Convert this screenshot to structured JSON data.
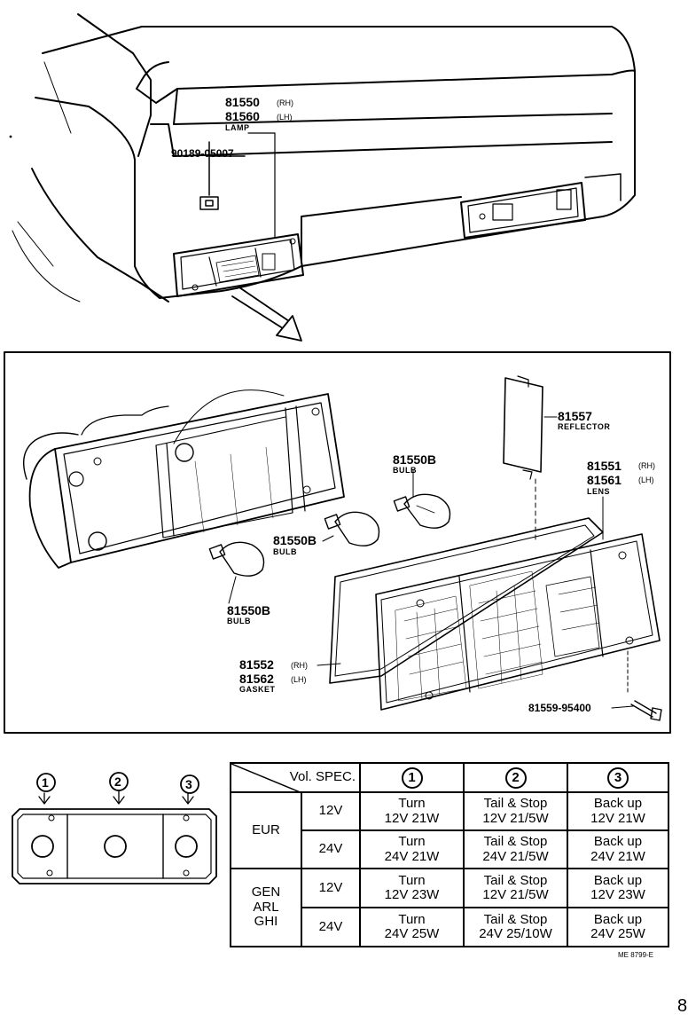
{
  "assembly": {
    "rh_part": "81550",
    "rh_side": "(RH)",
    "lh_part": "81560",
    "lh_side": "(LH)",
    "name": "LAMP",
    "clip_part": "90189-05007"
  },
  "exploded": {
    "reflector_part": "81557",
    "reflector_name": "REFLECTOR",
    "lens_rh_part": "81551",
    "lens_rh_side": "(RH)",
    "lens_lh_part": "81561",
    "lens_lh_side": "(LH)",
    "lens_name": "LENS",
    "bulb_top_part": "81550B",
    "bulb_top_name": "BULB",
    "bulb_mid_part": "81550B",
    "bulb_mid_name": "BULB",
    "bulb_low_part": "81550B",
    "bulb_low_name": "BULB",
    "gasket_rh_part": "81552",
    "gasket_rh_side": "(RH)",
    "gasket_lh_part": "81562",
    "gasket_lh_side": "(LH)",
    "gasket_name": "GASKET",
    "screw_part": "81559-95400"
  },
  "positions": {
    "p1": "1",
    "p2": "2",
    "p3": "3"
  },
  "spec_table": {
    "header": "Vol. SPEC.",
    "col1": "1",
    "col2": "2",
    "col3": "3",
    "groups": [
      {
        "region_lines": [
          "EUR"
        ],
        "rows": [
          {
            "volt": "12V",
            "c1a": "Turn",
            "c1b": "12V 21W",
            "c2a": "Tail & Stop",
            "c2b": "12V 21/5W",
            "c3a": "Back up",
            "c3b": "12V 21W"
          },
          {
            "volt": "24V",
            "c1a": "Turn",
            "c1b": "24V 21W",
            "c2a": "Tail & Stop",
            "c2b": "24V 21/5W",
            "c3a": "Back up",
            "c3b": "24V 21W"
          }
        ]
      },
      {
        "region_lines": [
          "GEN",
          "ARL",
          "GHI"
        ],
        "rows": [
          {
            "volt": "12V",
            "c1a": "Turn",
            "c1b": "12V 23W",
            "c2a": "Tail & Stop",
            "c2b": "12V 21/5W",
            "c3a": "Back up",
            "c3b": "12V 23W"
          },
          {
            "volt": "24V",
            "c1a": "Turn",
            "c1b": "24V 25W",
            "c2a": "Tail & Stop",
            "c2b": "24V 25/10W",
            "c3a": "Back up",
            "c3b": "24V 25W"
          }
        ]
      }
    ]
  },
  "footer": {
    "code": "ME 8799-E",
    "page_mark": "8"
  },
  "icons": {
    "position_marker": "circled-number",
    "arrow": "down-arrow-icon"
  }
}
